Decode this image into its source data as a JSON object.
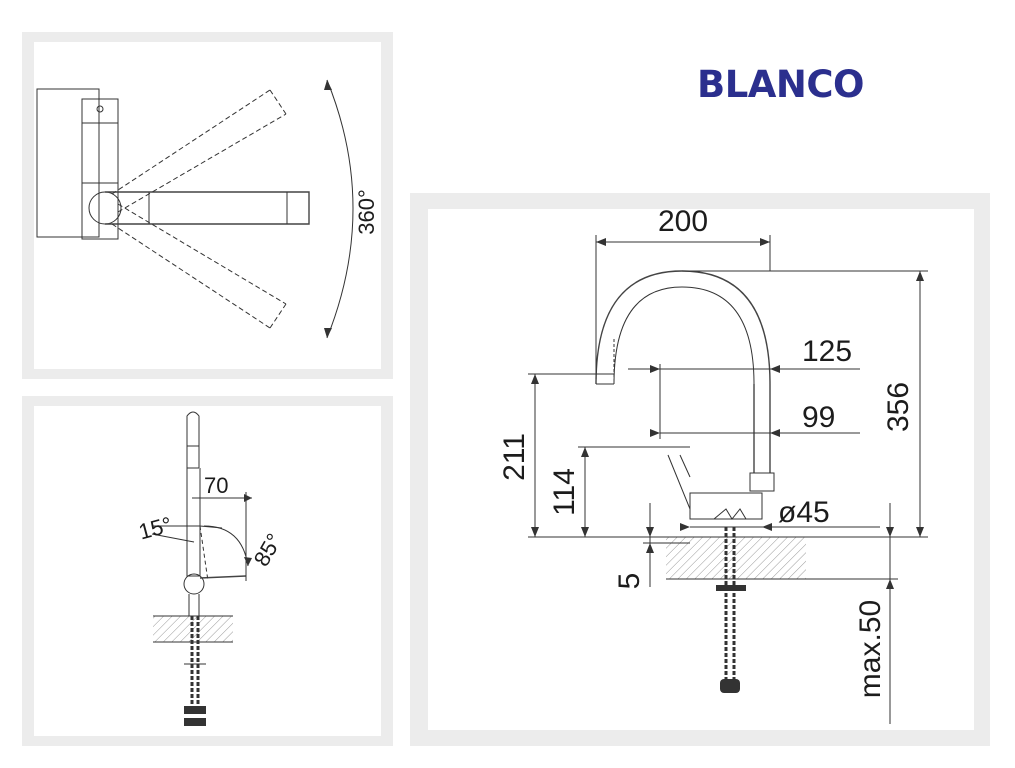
{
  "brand": {
    "name": "BLANCO",
    "color": "#2b2f8e"
  },
  "top_view": {
    "rotation_label": "360°"
  },
  "side_view": {
    "dim_reach": "70",
    "dim_tilt": "15°",
    "dim_lever_angle": "85°"
  },
  "front_view": {
    "dim_width": "200",
    "dim_height_total": "356",
    "dim_spout_offset": "125",
    "dim_spout_inner": "99",
    "dim_spout_height": "211",
    "dim_body_height": "114",
    "dim_base_diameter": "ø45",
    "dim_counter_thickness": "5",
    "dim_counter_max": "max.50"
  }
}
